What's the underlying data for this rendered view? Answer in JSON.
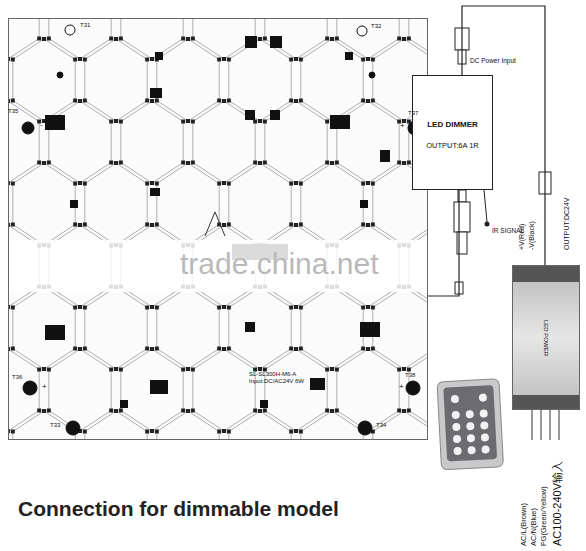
{
  "diagram": {
    "caption": "Connection for dimmable model",
    "nodes": [
      {
        "text": [
          "SL-SL300H-M6-A Input:DC/AC24V 6W"
        ]
      },
      {
        "text": [
          "LED DIMMER",
          "OUTPUT:6A 1R"
        ]
      },
      {
        "text": [
          "LED POWER"
        ]
      }
    ],
    "edges": [
      {
        "from": 0,
        "to": 1,
        "arrow": "none"
      },
      {
        "from": 2,
        "to": 1,
        "arrow": "none"
      }
    ],
    "labels": [
      "T31",
      "T32",
      "-",
      "T35",
      "+",
      "T37",
      "T36",
      "+",
      "T38",
      "+",
      "T33",
      "T34",
      "trade.china.net",
      "DC Power Input",
      "IR SIGNAL",
      "+V(Red)",
      "-V(Black)",
      "OUTPUT:DC24V",
      "AC/L(Brown)",
      "AC/N(Blue)",
      "FG(Green/Yellow)",
      "AC100-240V输入"
    ]
  }
}
